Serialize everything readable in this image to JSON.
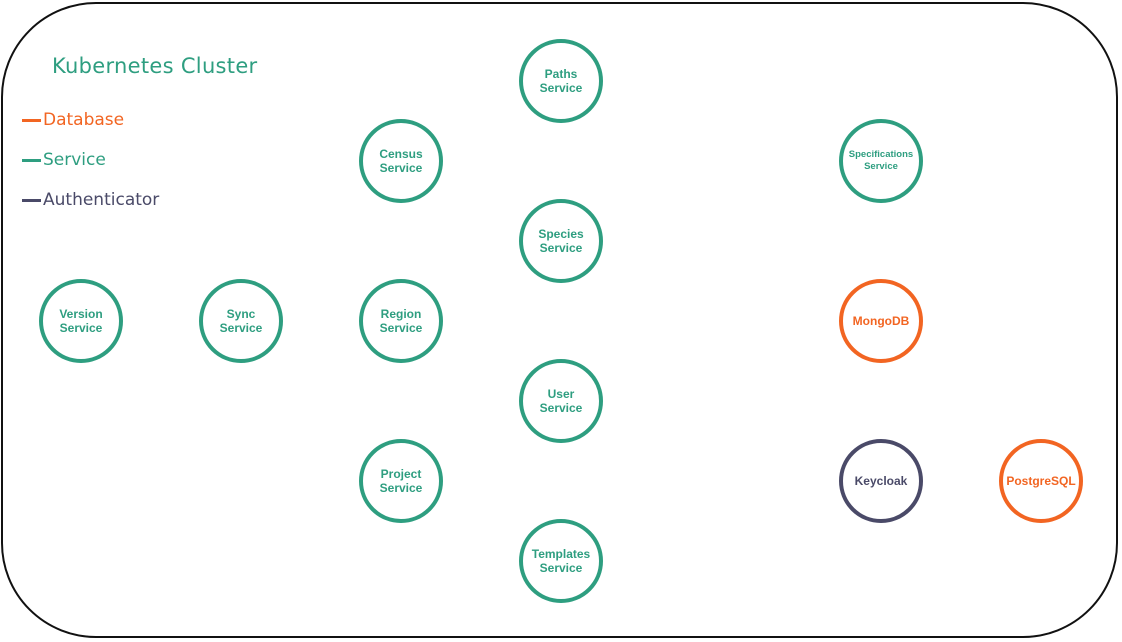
{
  "title": "Kubernetes Cluster",
  "legend": [
    {
      "label": "Database",
      "color": "#f26522"
    },
    {
      "label": "Service",
      "color": "#2e9e80"
    },
    {
      "label": "Authenticator",
      "color": "#4a4a68"
    }
  ],
  "nodes": [
    {
      "label": "Paths\nService",
      "type": "service"
    },
    {
      "label": "Census\nService",
      "type": "service"
    },
    {
      "label": "Specifications\nService",
      "type": "service"
    },
    {
      "label": "Species\nService",
      "type": "service"
    },
    {
      "label": "Version\nService",
      "type": "service"
    },
    {
      "label": "Sync\nService",
      "type": "service"
    },
    {
      "label": "Region\nService",
      "type": "service"
    },
    {
      "label": "MongoDB",
      "type": "database"
    },
    {
      "label": "User\nService",
      "type": "service"
    },
    {
      "label": "Project\nService",
      "type": "service"
    },
    {
      "label": "Keycloak",
      "type": "authenticator"
    },
    {
      "label": "PostgreSQL",
      "type": "database"
    },
    {
      "label": "Templates\nService",
      "type": "service"
    }
  ]
}
